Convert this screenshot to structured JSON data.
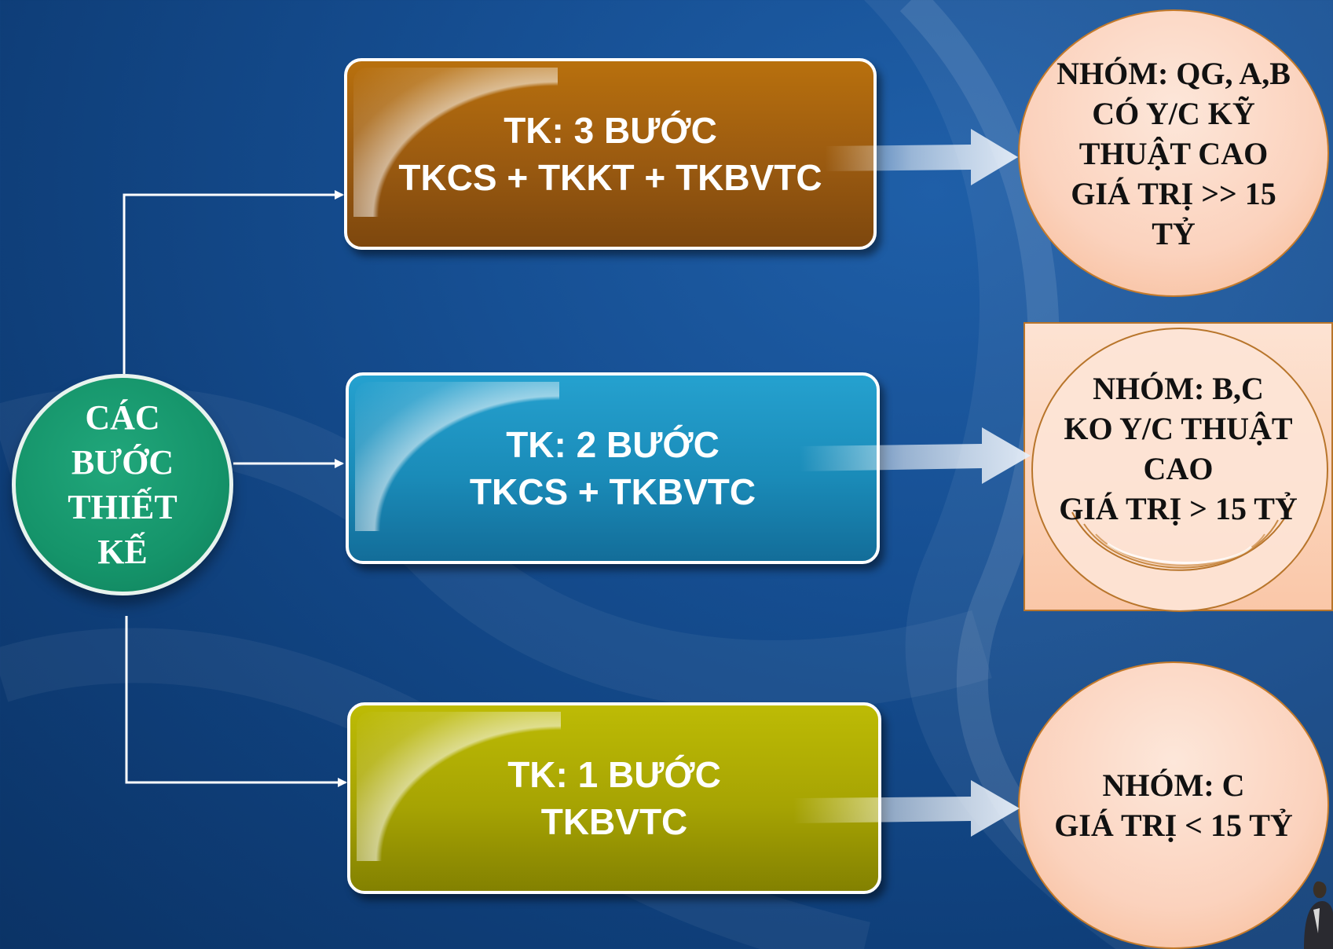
{
  "start": {
    "lines": [
      "CÁC",
      "BƯỚC",
      "THIẾT",
      "KẾ"
    ]
  },
  "steps": [
    {
      "lines": [
        "TK: 3 BƯỚC",
        "TKCS + TKKT + TKBVTC"
      ],
      "color": "#9a5a10"
    },
    {
      "lines": [
        "TK: 2 BƯỚC",
        "TKCS + TKBVTC"
      ],
      "color": "#1a8bb8"
    },
    {
      "lines": [
        "TK: 1 BƯỚC",
        "TKBVTC"
      ],
      "color": "#a6a303"
    }
  ],
  "groups": [
    {
      "lines": [
        "NHÓM: QG, A,B",
        "CÓ Y/C KỸ",
        "THUẬT CAO",
        "GIÁ TRỊ >> 15",
        "TỶ"
      ]
    },
    {
      "lines": [
        "NHÓM: B,C",
        "KO Y/C THUẬT",
        "CAO",
        "GIÁ TRỊ > 15 TỶ"
      ]
    },
    {
      "lines": [
        "NHÓM: C",
        "GIÁ TRỊ < 15 TỶ"
      ]
    }
  ],
  "colors": {
    "background": "#164f93",
    "start_circle": "#15946a",
    "group_fill": "#fbd2bd",
    "connector": "#ffffff"
  }
}
